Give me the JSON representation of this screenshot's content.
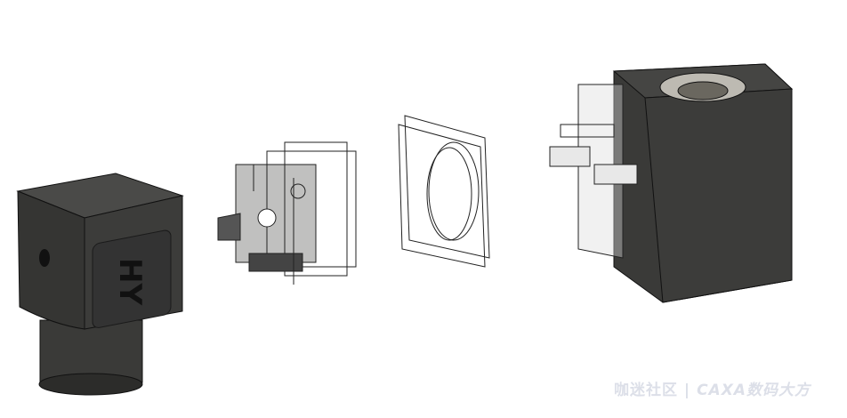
{
  "model": {
    "connector_marking": "HY"
  },
  "watermark": {
    "community": "咖迷社区",
    "separator": "|",
    "brand": "CAXA数码大方"
  }
}
